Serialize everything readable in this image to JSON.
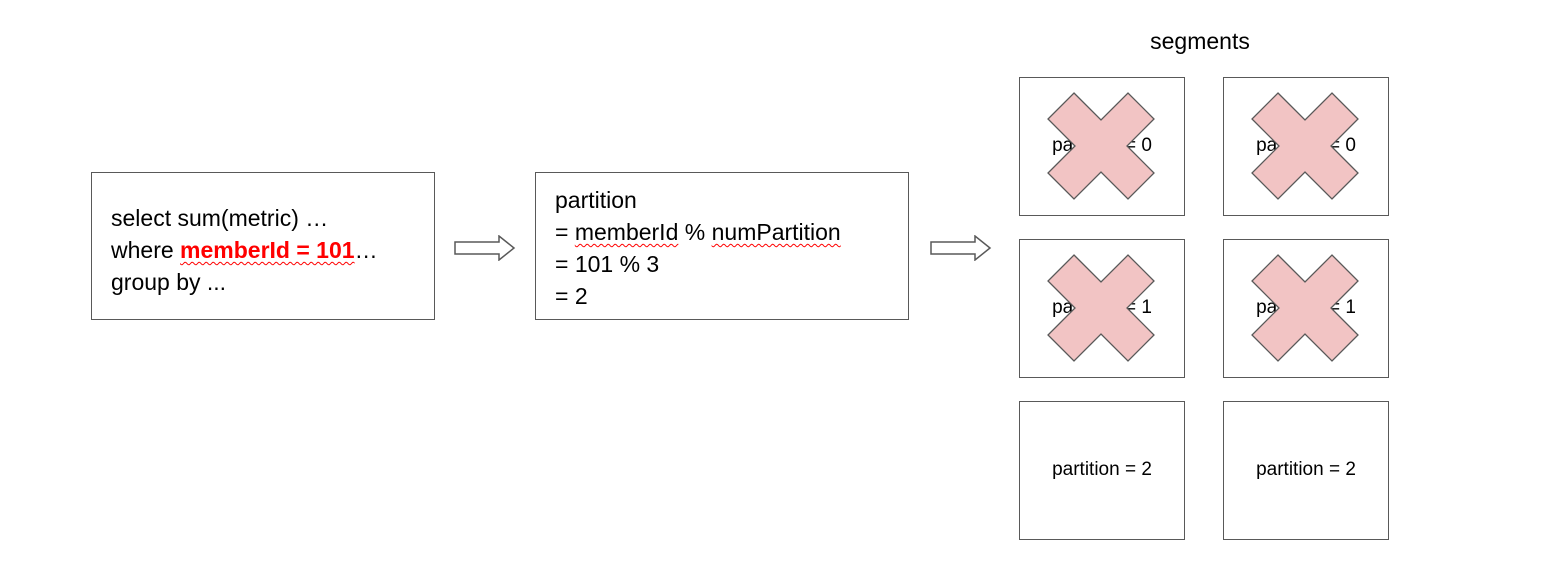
{
  "query": {
    "line1": "select sum(metric) …",
    "line2_prefix": "where ",
    "line2_highlight": "memberId = 101",
    "line2_suffix": "…",
    "line3": "group by ..."
  },
  "formula": {
    "line1": "partition",
    "line2_prefix": "= ",
    "line2_term1": "memberId",
    "line2_op": " % ",
    "line2_term2": "numPartition",
    "line3": "= 101 % 3",
    "line4": "= 2"
  },
  "segments": {
    "title": "segments",
    "rows": [
      {
        "label_left": "partition = 0",
        "label_right": "partition = 0",
        "pruned": true
      },
      {
        "label_left": "partition = 1",
        "label_right": "partition = 1",
        "pruned": true
      },
      {
        "label_left": "partition = 2",
        "label_right": "partition = 2",
        "pruned": false
      }
    ]
  },
  "colors": {
    "highlight": "#ff0000",
    "prune_fill": "#f2c4c4",
    "border": "#595959"
  },
  "icons": {
    "arrow": "right-arrow-icon",
    "prune_mark": "cross-icon"
  }
}
